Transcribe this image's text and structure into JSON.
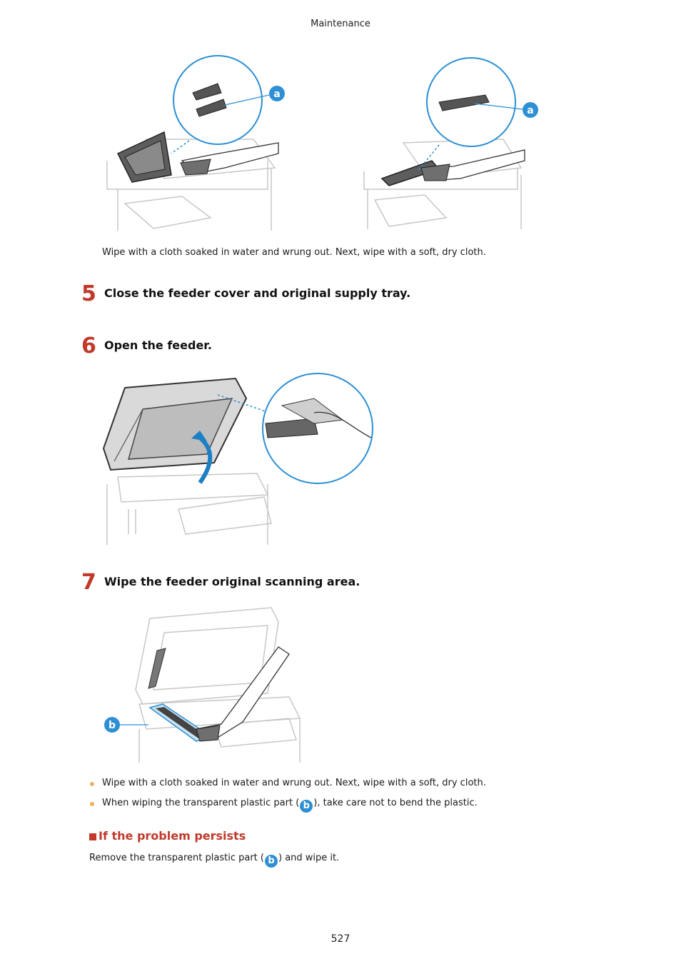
{
  "header": {
    "title": "Maintenance"
  },
  "figure1": {
    "callout_left": "a",
    "callout_right": "a"
  },
  "caption1": "Wipe with a cloth soaked in water and wrung out. Next, wipe with a soft, dry cloth.",
  "steps": [
    {
      "number": "5",
      "title": "Close the feeder cover and original supply tray."
    },
    {
      "number": "6",
      "title": "Open the feeder."
    },
    {
      "number": "7",
      "title": "Wipe the feeder original scanning area."
    }
  ],
  "figure3": {
    "callout": "b"
  },
  "bullets": [
    {
      "text": "Wipe with a cloth soaked in water and wrung out. Next, wipe with a soft, dry cloth."
    },
    {
      "text_before": "When wiping the transparent plastic part (",
      "badge": "b",
      "text_after": "), take care not to bend the plastic."
    }
  ],
  "problem": {
    "title": "If the problem persists",
    "text_before": "Remove the transparent plastic part (",
    "badge": "b",
    "text_after": ") and wipe it."
  },
  "page_number": "527",
  "colors": {
    "step_number": "#c0392b",
    "callout_badge": "#2d8fd4",
    "bullet": "#f0b15c",
    "section_heading": "#c0392b"
  }
}
